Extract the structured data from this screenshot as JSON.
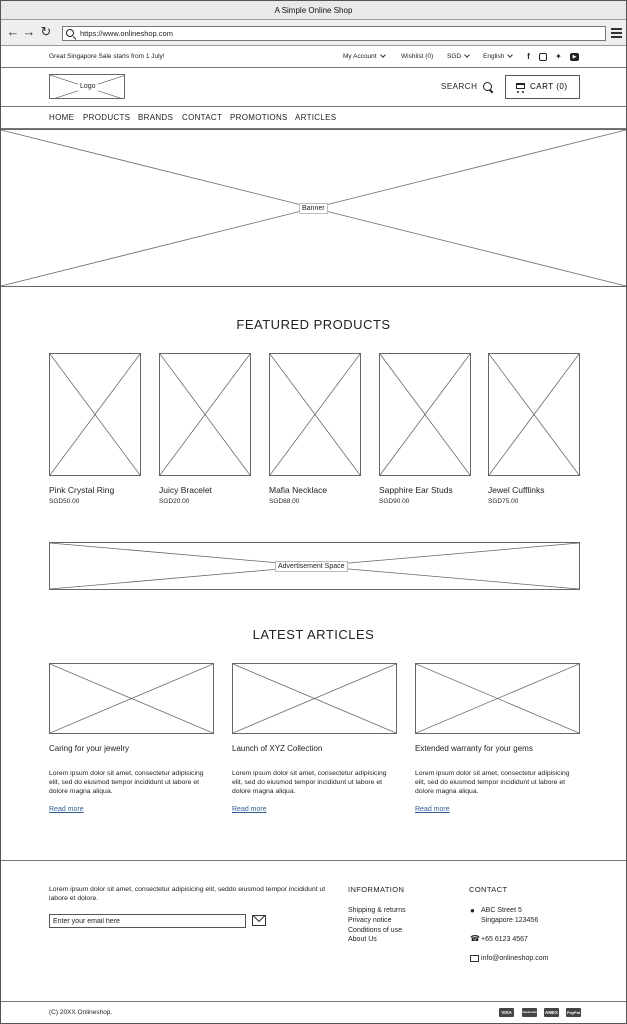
{
  "window": {
    "title": "A Simple Online Shop"
  },
  "browser": {
    "url": "https://www.onlineshop.com"
  },
  "utility": {
    "promo": "Great Singapore Sale starts from 1 July!",
    "account": "My Account",
    "wishlist": "Wishlist (0)",
    "currency": "SGD",
    "language": "English",
    "social_icons": [
      "facebook-icon",
      "instagram-icon",
      "twitter-icon",
      "youtube-icon"
    ]
  },
  "header": {
    "logo_label": "Logo",
    "search_label": "SEARCH",
    "cart_label": "CART (0)"
  },
  "nav": [
    "HOME",
    "PRODUCTS",
    "BRANDS",
    "CONTACT",
    "PROMOTIONS",
    "ARTICLES"
  ],
  "banner": {
    "label": "Banner"
  },
  "featured": {
    "title": "FEATURED PRODUCTS",
    "products": [
      {
        "name": "Pink Crystal Ring",
        "price": "SGD50.00"
      },
      {
        "name": "Juicy Bracelet",
        "price": "SGD20.00"
      },
      {
        "name": "Mafia Necklace",
        "price": "SGD88.00"
      },
      {
        "name": "Sapphire Ear Studs",
        "price": "SGD90.00"
      },
      {
        "name": "Jewel Cufflinks",
        "price": "SGD75.00"
      }
    ]
  },
  "ad": {
    "label": "Advertisement Space"
  },
  "articles": {
    "title": "LATEST ARTICLES",
    "items": [
      {
        "title": "Caring for your jewelry",
        "body": "Lorem ipsum dolor sit amet, consectetur adipisicing elit, sed do eiusmod tempor incididunt ut labore et dolore magna aliqua.",
        "link": "Read more"
      },
      {
        "title": "Launch of XYZ Collection",
        "body": "Lorem ipsum dolor sit amet, consectetur adipisicing elit, sed do eiusmod tempor incididunt ut labore et dolore magna aliqua.",
        "link": "Read more"
      },
      {
        "title": "Extended warranty for your gems",
        "body": "Lorem ipsum dolor sit amet, consectetur adipisicing elit, sed do eiusmod tempor incididunt ut labore et dolore magna aliqua.",
        "link": "Read more"
      }
    ]
  },
  "footer": {
    "text": "Lorem ipsum dolor sit amet, consectetur adipisicing elit, seddo eiusmod tempor incididunt ut labore et dolore.",
    "email_placeholder": "Enter your email here",
    "info_title": "INFORMATION",
    "info_links": [
      "Shipping & returns",
      "Privacy notice",
      "Conditions of use",
      "About Us"
    ],
    "contact_title": "CONTACT",
    "address_1": "ABC Street 5",
    "address_2": "Singapore 123456",
    "phone": "+65 6123 4567",
    "email": "info@onlineshop.com",
    "copyright": "(C) 20XX Onlineshop.",
    "payments": [
      "VISA",
      "mastercard",
      "AMEX",
      "PayPal"
    ]
  }
}
